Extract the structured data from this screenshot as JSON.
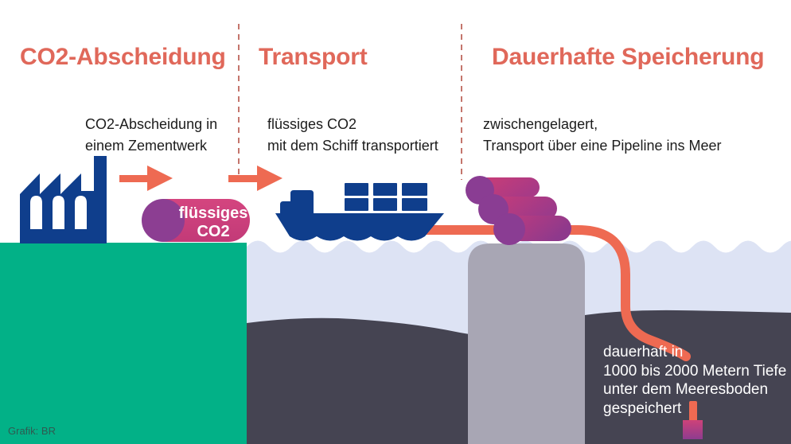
{
  "sections": [
    {
      "id": "co2-abscheidung",
      "title": "CO2-Abscheidung",
      "description": "CO2-Abscheidung in\neinem Zementwerk"
    },
    {
      "id": "transport",
      "title": "Transport",
      "description": "flüssiges CO2\nmit dem Schiff transportiert"
    },
    {
      "id": "dauerhafte-speicherung",
      "title": "Dauerhafte Speicherung",
      "description": "zwischengelagert,\nTransport über eine Pipeline ins Meer"
    }
  ],
  "scene": {
    "tank_label": "flüssiges\nCO2",
    "storage_note": "dauerhaft in\n1000 bis 2000 Metern Tiefe\nunter dem Meeresboden\ngespeichert"
  },
  "credit": "Grafik: BR",
  "icons": {
    "factory": "factory-icon",
    "arrow_right": "arrow-right-icon",
    "liquid_co2_tank": "liquid-co2-tank-icon",
    "cargo_ship": "cargo-ship-icon",
    "storage_tanks": "storage-tanks-icon",
    "pipeline": "pipeline-icon",
    "injection_well": "injection-well-icon"
  },
  "colors": {
    "heading_red": "#e0685a",
    "salmon": "#ee6a52",
    "divider_dash": "#c4756c",
    "navy": "#0f3e8c",
    "pink": "#cc3e7a",
    "purple": "#8a3d93",
    "land_green": "#02b187",
    "sea_blue": "#dde3f4",
    "seafloor_dark": "#454452",
    "pillar_gray": "#a8a6b4",
    "text_dark": "#1c1c1c",
    "text_light": "#ffffff"
  }
}
